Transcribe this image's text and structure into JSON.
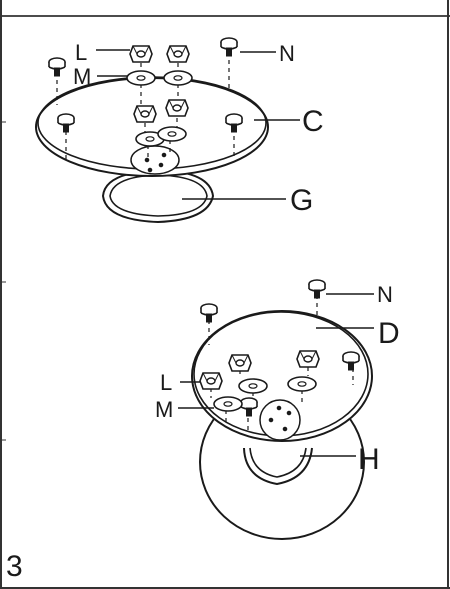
{
  "step_number": "3",
  "upper_assembly": {
    "labels": {
      "nut": "L",
      "washer": "M",
      "glide": "N",
      "top_part": "C",
      "base_part": "G"
    }
  },
  "lower_assembly": {
    "labels": {
      "nut": "L",
      "washer": "M",
      "glide": "N",
      "top_part": "D",
      "base_part": "H"
    }
  },
  "colors": {
    "line": "#1a1a1a",
    "frame": "#333333",
    "background": "#ffffff"
  }
}
